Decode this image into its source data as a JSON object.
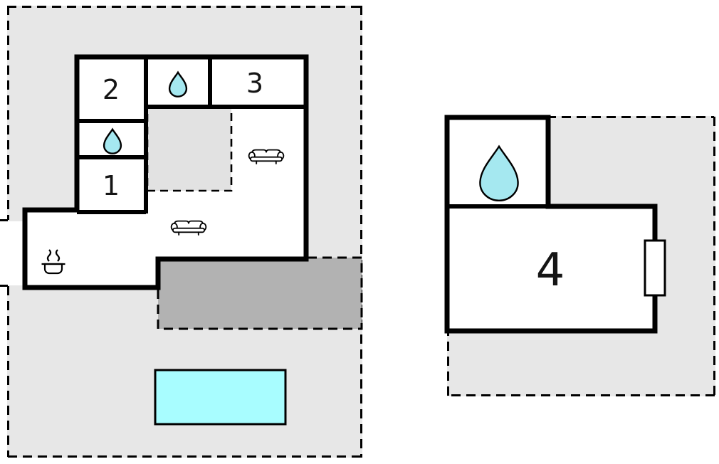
{
  "floor_plan": {
    "type": "vacation-home-floor-plan",
    "left_unit": {
      "room_labels": {
        "room1": "1",
        "room2": "2",
        "room3": "3"
      },
      "features": [
        {
          "icon": "water-drop-icon",
          "meaning": "bathroom",
          "location": "top-middle-room"
        },
        {
          "icon": "water-drop-icon",
          "meaning": "bathroom",
          "location": "left-middle-room"
        },
        {
          "icon": "sofa-icon",
          "meaning": "living-area-seating",
          "location": "living-room-upper"
        },
        {
          "icon": "sofa-icon",
          "meaning": "living-area-seating",
          "location": "living-room-lower"
        },
        {
          "icon": "cooking-pot-icon",
          "meaning": "kitchen",
          "location": "lower-left-annex"
        },
        {
          "area": "courtyard",
          "style": "dashed-gray-square"
        },
        {
          "area": "terrace",
          "style": "dark-gray-dashed"
        },
        {
          "area": "pool",
          "style": "cyan-rectangle"
        }
      ]
    },
    "right_unit": {
      "room_labels": {
        "room4": "4"
      },
      "features": [
        {
          "icon": "water-drop-icon",
          "meaning": "bathroom",
          "location": "top-left-room"
        },
        {
          "icon": "window-icon",
          "meaning": "window-or-door",
          "location": "right-wall"
        }
      ]
    },
    "colors": {
      "background": "#ffffff",
      "plot_fill": "#e7e7e7",
      "terrace_fill": "#b2b2b2",
      "courtyard_fill": "#e2e2e2",
      "pool_fill": "#a8fdff",
      "water_drop_fill": "#a5e8f0",
      "walls": "#000000"
    }
  }
}
